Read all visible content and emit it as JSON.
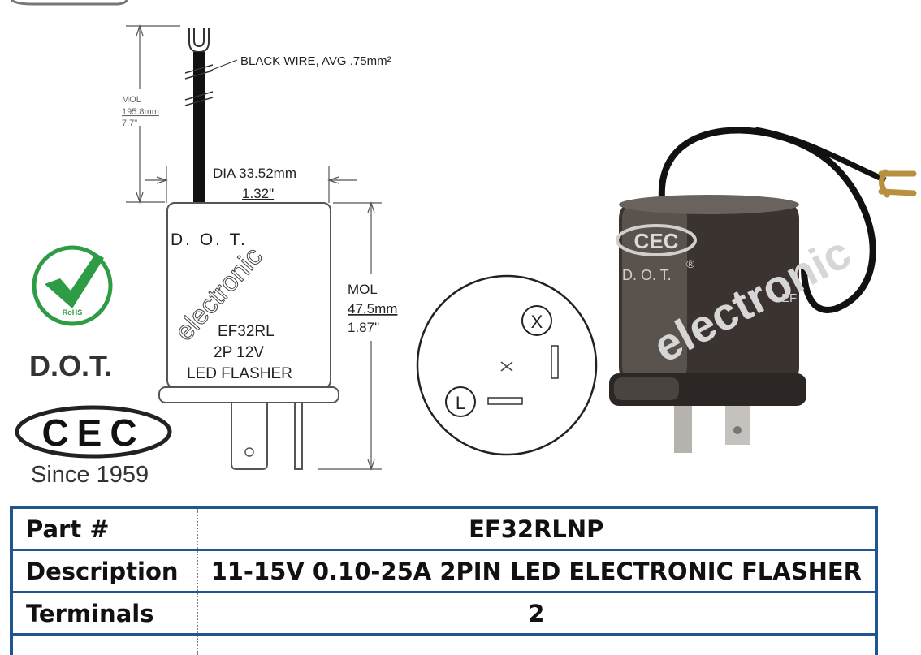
{
  "drawing": {
    "wire_label": "BLACK WIRE, AVG .75mm²",
    "wire_length": {
      "label": "MOL",
      "mm": "195.8mm",
      "inches": "7.7\""
    },
    "diameter": {
      "label": "DIA 33.52mm",
      "inches": "1.32\""
    },
    "height": {
      "label": "MOL",
      "mm": "47.5mm",
      "inches": "1.87\""
    },
    "body_text": {
      "brand_line": "D. O. T.",
      "diagonal": "electronic",
      "model": "EF32RL",
      "spec": "2P  12V",
      "type": "LED  FLASHER"
    },
    "terminal_view": {
      "x_label": "X",
      "l_label": "L"
    }
  },
  "badges": {
    "rohs": "RoHS",
    "dot": "D.O.T.",
    "cec_logo": "CEC",
    "since": "Since 1959"
  },
  "photo": {
    "cap_logo": "CEC",
    "cap_dot": "D. O. T.",
    "cap_reg": "®",
    "cap_text": "electronic",
    "side_text": "EF"
  },
  "specs": {
    "rows": [
      {
        "label": "Part #",
        "value": "EF32RLNP"
      },
      {
        "label": "Description",
        "value": "11-15V 0.10-25A 2PIN LED ELECTRONIC FLASHER"
      },
      {
        "label": "Terminals",
        "value": "2"
      }
    ]
  },
  "colors": {
    "table_border": "#1f5590",
    "rohs_green": "#2e9b45",
    "wire": "#111111"
  }
}
